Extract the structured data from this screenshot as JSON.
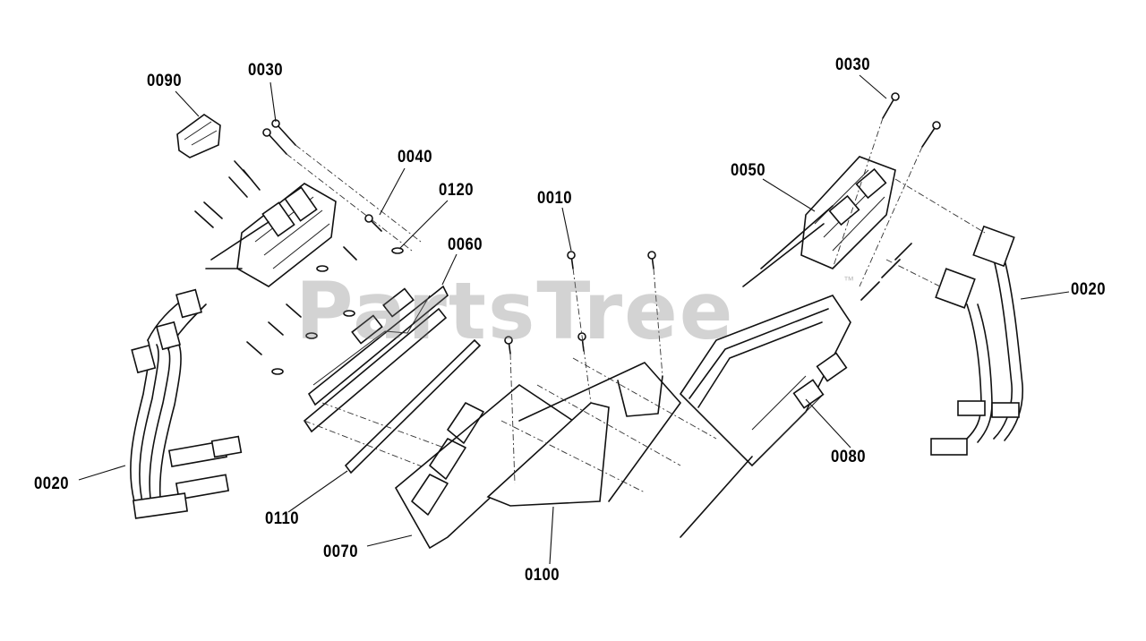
{
  "watermark": {
    "text": "PartsTree",
    "trademark": "™"
  },
  "callouts": [
    {
      "id": "c-0090",
      "label": "0090"
    },
    {
      "id": "c-0030-left",
      "label": "0030"
    },
    {
      "id": "c-0040",
      "label": "0040"
    },
    {
      "id": "c-0120",
      "label": "0120"
    },
    {
      "id": "c-0060",
      "label": "0060"
    },
    {
      "id": "c-0010",
      "label": "0010"
    },
    {
      "id": "c-0050",
      "label": "0050"
    },
    {
      "id": "c-0030-right",
      "label": "0030"
    },
    {
      "id": "c-0020-right",
      "label": "0020"
    },
    {
      "id": "c-0080",
      "label": "0080"
    },
    {
      "id": "c-0020-left",
      "label": "0020"
    },
    {
      "id": "c-0110",
      "label": "0110"
    },
    {
      "id": "c-0070",
      "label": "0070"
    },
    {
      "id": "c-0100",
      "label": "0100"
    }
  ]
}
